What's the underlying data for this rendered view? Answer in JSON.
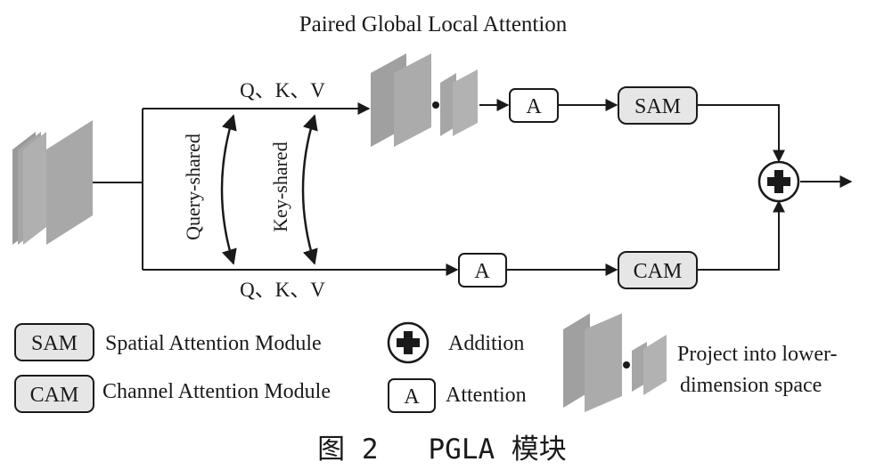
{
  "diagram": {
    "title": "Paired Global Local Attention",
    "top_branch_label": "Q、K、V",
    "bottom_branch_label": "Q、K、V",
    "query_shared_label": "Query-shared",
    "key_shared_label": "Key-shared",
    "top_attention_label": "A",
    "bottom_attention_label": "A",
    "sam_label": "SAM",
    "cam_label": "CAM"
  },
  "legend": {
    "sam_key": "SAM",
    "sam_desc": "Spatial Attention Module",
    "cam_key": "CAM",
    "cam_desc": "Channel Attention Module",
    "addition_desc": "Addition",
    "attention_key": "A",
    "attention_desc": "Attention",
    "project_line1": "Project into lower-",
    "project_line2": "dimension space"
  },
  "caption": "图 2   PGLA 模块",
  "colors": {
    "feature_map": "#a8a8a8",
    "feature_map_dark": "#8c8c8c",
    "module_fill": "#e6e6e6",
    "stroke": "#1a1a1a"
  }
}
